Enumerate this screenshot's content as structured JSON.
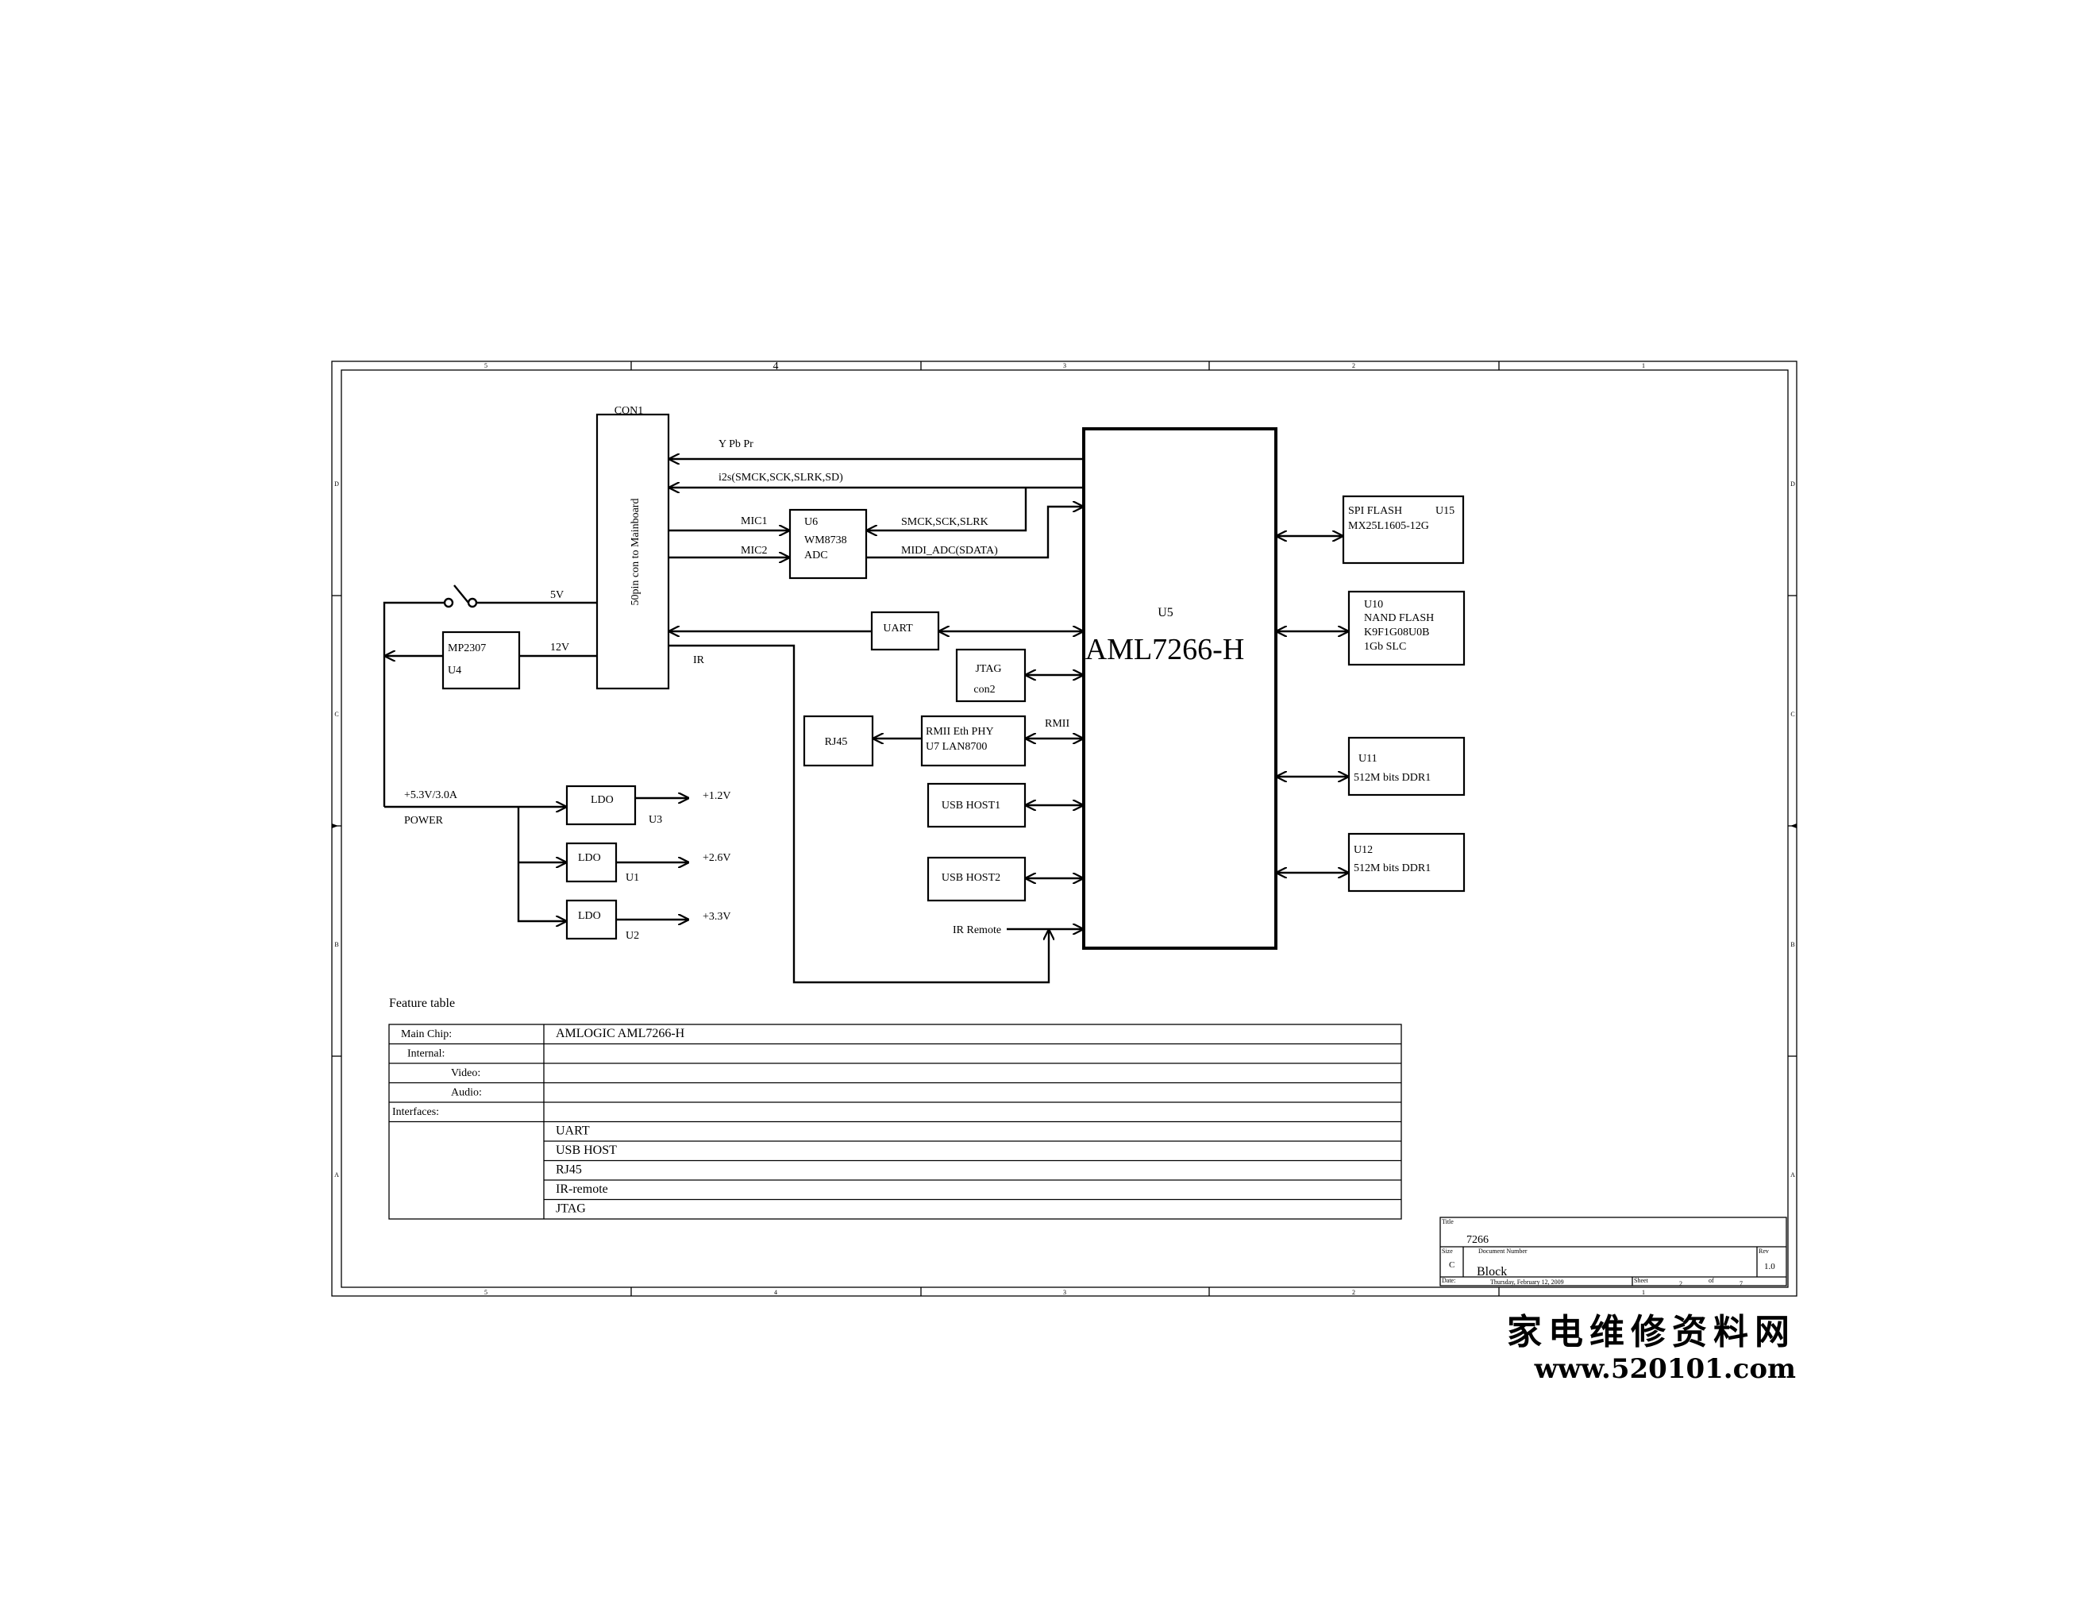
{
  "border_labels": {
    "top": [
      "5",
      "4",
      "3",
      "2",
      "1"
    ],
    "bottom": [
      "5",
      "4",
      "3",
      "2",
      "1"
    ],
    "left": [
      "D",
      "C",
      "B",
      "A"
    ],
    "right": [
      "D",
      "C",
      "B",
      "A"
    ]
  },
  "blocks": {
    "con1_label": "CON1",
    "con1_text": "50pin con to Mainboard",
    "u5_ref": "U5",
    "u5_name": "AML7266-H",
    "u6": [
      "U6",
      "WM8738",
      "ADC"
    ],
    "u15_title": "SPI FLASH",
    "u15_ref": "U15",
    "u15_part": "MX25L1605-12G",
    "u10": [
      "U10",
      "NAND FLASH",
      "K9F1G08U0B",
      "1Gb SLC"
    ],
    "u11": [
      "U11",
      "512M bits DDR1"
    ],
    "u12": [
      "U12",
      "512M bits DDR1"
    ],
    "uart": "UART",
    "jtag": [
      "JTAG",
      "con2"
    ],
    "rj45": "RJ45",
    "ethphy": [
      "RMII Eth PHY",
      "U7 LAN8700"
    ],
    "usb1": "USB HOST1",
    "usb2": "USB HOST2",
    "mp2307": [
      "MP2307",
      "U4"
    ],
    "ldo1": "LDO",
    "ldo2": "LDO",
    "ldo3": "LDO",
    "ldo1_ref": "U3",
    "ldo2_ref": "U1",
    "ldo3_ref": "U2"
  },
  "signals": {
    "ypbpr": "Y Pb Pr",
    "i2s": "i2s(SMCK,SCK,SLRK,SD)",
    "mic1": "MIC1",
    "mic2": "MIC2",
    "smck": "SMCK,SCK,SLRK",
    "midi": "MIDI_ADC(SDATA)",
    "v5": "5V",
    "v12": "12V",
    "ir": "IR",
    "rmii": "RMII",
    "ir_remote": "IR Remote",
    "power_in": "+5.3V/3.0A",
    "power": "POWER",
    "v1_2": "+1.2V",
    "v2_6": "+2.6V",
    "v3_3": "+3.3V"
  },
  "feature_table": {
    "title": "Feature table",
    "rows": [
      {
        "label": "Main Chip:",
        "value": "AMLOGIC AML7266-H"
      },
      {
        "label": "Internal:",
        "value": ""
      },
      {
        "label": "Video:",
        "value": ""
      },
      {
        "label": "Audio:",
        "value": ""
      },
      {
        "label": "Interfaces:",
        "value": ""
      },
      {
        "label": "",
        "value": "UART"
      },
      {
        "label": "",
        "value": "USB HOST"
      },
      {
        "label": "",
        "value": "RJ45"
      },
      {
        "label": "",
        "value": "IR-remote"
      },
      {
        "label": "",
        "value": "JTAG"
      }
    ]
  },
  "title_block": {
    "title_label": "Title",
    "title": "7266",
    "size_label": "Size",
    "size": "C",
    "docnum_label": "Document Number",
    "docnum": "Block",
    "rev_label": "Rev",
    "rev": "1.0",
    "date_label": "Date:",
    "date": "Thursday, February 12, 2009",
    "sheet_label": "Sheet",
    "sheet": "2",
    "of_label": "of",
    "of": "7"
  },
  "watermark": {
    "chinese": "家电维修资料网",
    "url": "www.520101.com"
  }
}
